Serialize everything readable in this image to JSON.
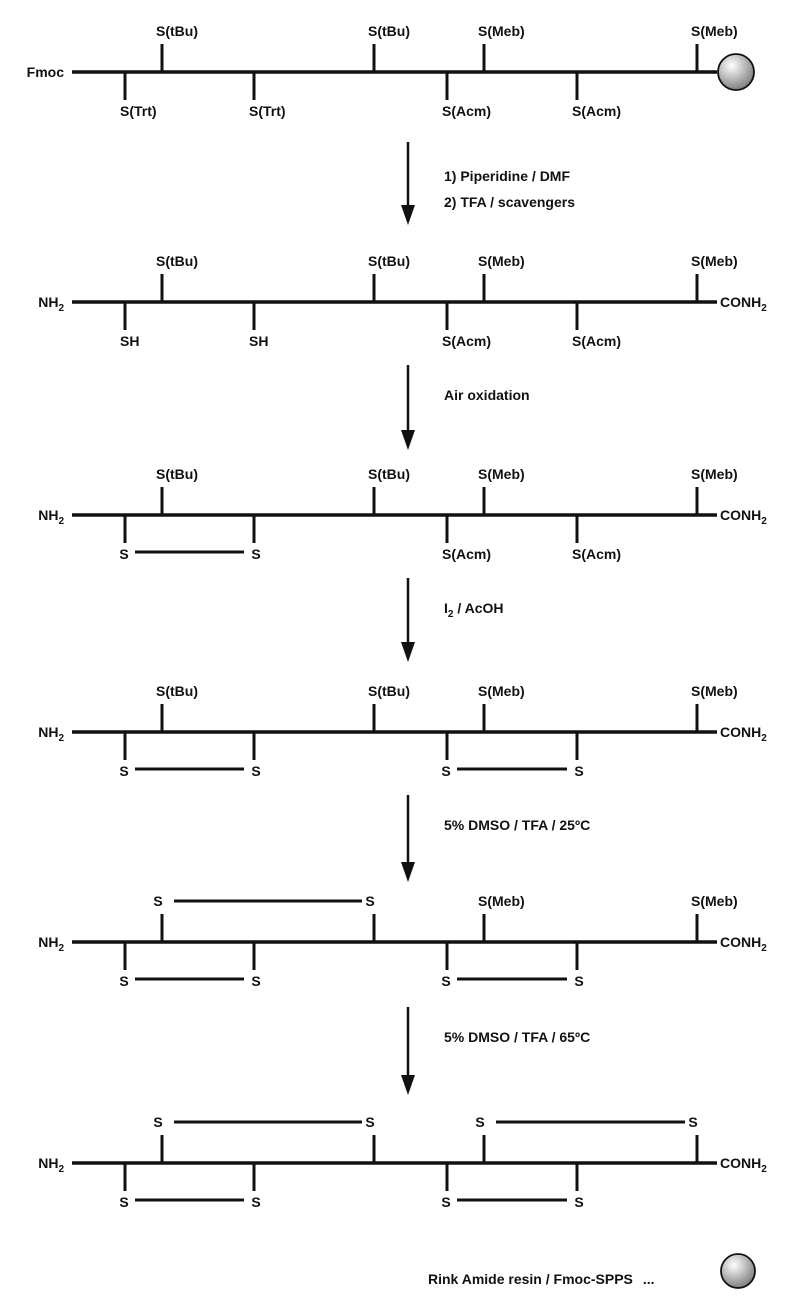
{
  "colors": {
    "ink": "#111111",
    "bead_light": "#ffffff",
    "bead_dark": "#7a7a7a"
  },
  "stages": [
    {
      "start": "Fmoc",
      "end": "",
      "up": [
        "S(tBu)",
        "S(tBu)",
        "S(Meb)",
        "S(Meb)"
      ],
      "down": [
        "S(Trt)",
        "S(Trt)",
        "S(Acm)",
        "S(Acm)"
      ],
      "bridges_below": [],
      "bridges_above": [],
      "resin_bead": true
    },
    {
      "start": "NH",
      "start_sub": "2",
      "end": "CONH",
      "end_sub": "2",
      "up": [
        "S(tBu)",
        "S(tBu)",
        "S(Meb)",
        "S(Meb)"
      ],
      "down": [
        "SH",
        "SH",
        "S(Acm)",
        "S(Acm)"
      ],
      "bridges_below": [],
      "bridges_above": []
    },
    {
      "start": "NH",
      "start_sub": "2",
      "end": "CONH",
      "end_sub": "2",
      "up": [
        "S(tBu)",
        "S(tBu)",
        "S(Meb)",
        "S(Meb)"
      ],
      "down": [
        "S",
        "S",
        "S(Acm)",
        "S(Acm)"
      ],
      "bridges_below": [
        [
          0,
          1
        ]
      ],
      "bridges_above": []
    },
    {
      "start": "NH",
      "start_sub": "2",
      "end": "CONH",
      "end_sub": "2",
      "up": [
        "S(tBu)",
        "S(tBu)",
        "S(Meb)",
        "S(Meb)"
      ],
      "down": [
        "S",
        "S",
        "S",
        "S"
      ],
      "bridges_below": [
        [
          0,
          1
        ],
        [
          2,
          3
        ]
      ],
      "bridges_above": []
    },
    {
      "start": "NH",
      "start_sub": "2",
      "end": "CONH",
      "end_sub": "2",
      "up": [
        "S",
        "S",
        "S(Meb)",
        "S(Meb)"
      ],
      "down": [
        "S",
        "S",
        "S",
        "S"
      ],
      "bridges_below": [
        [
          0,
          1
        ],
        [
          2,
          3
        ]
      ],
      "bridges_above": [
        [
          0,
          1
        ]
      ]
    },
    {
      "start": "NH",
      "start_sub": "2",
      "end": "CONH",
      "end_sub": "2",
      "up": [
        "S",
        "S",
        "S",
        "S"
      ],
      "down": [
        "S",
        "S",
        "S",
        "S"
      ],
      "bridges_below": [
        [
          0,
          1
        ],
        [
          2,
          3
        ]
      ],
      "bridges_above": [
        [
          0,
          1
        ],
        [
          2,
          3
        ]
      ]
    }
  ],
  "steps": [
    {
      "lines": [
        {
          "text": "1) Piperidine / DMF"
        },
        {
          "text": "2) TFA / scavengers"
        }
      ]
    },
    {
      "lines": [
        {
          "text": "Air oxidation"
        }
      ]
    },
    {
      "lines": [
        {
          "text": "I",
          "sub": "2",
          "tail": " / AcOH"
        }
      ]
    },
    {
      "lines": [
        {
          "text": "5% DMSO / TFA / 25ºC"
        }
      ]
    },
    {
      "lines": [
        {
          "text": "5% DMSO / TFA / 65ºC"
        }
      ]
    }
  ],
  "legend": {
    "text": "Rink Amide resin / Fmoc-SPPS",
    "suffix": "..."
  }
}
